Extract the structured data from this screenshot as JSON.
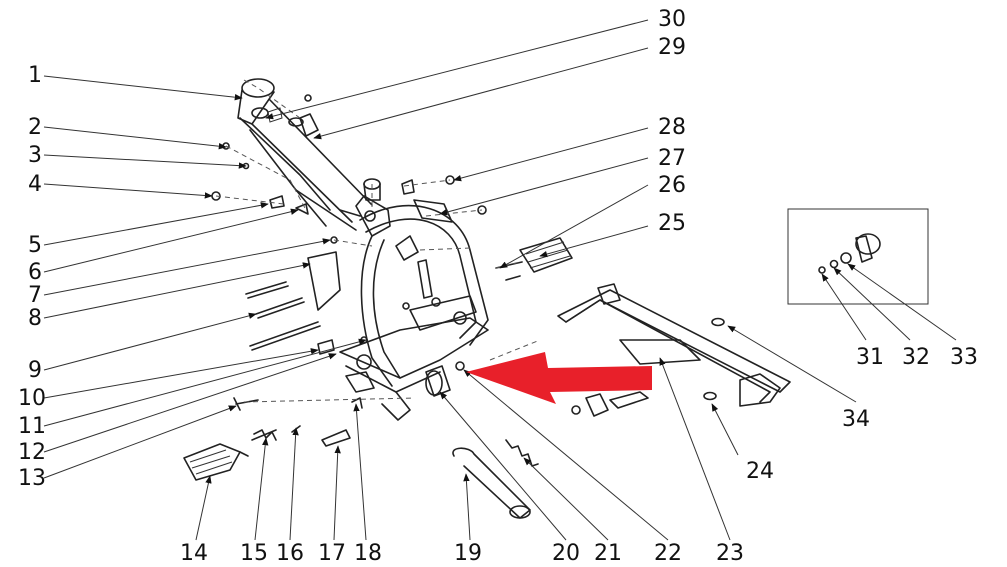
{
  "diagram": {
    "callouts": [
      "1",
      "2",
      "3",
      "4",
      "5",
      "6",
      "7",
      "8",
      "9",
      "10",
      "11",
      "12",
      "13",
      "14",
      "15",
      "16",
      "17",
      "18",
      "19",
      "20",
      "21",
      "22",
      "23",
      "24",
      "25",
      "26",
      "27",
      "28",
      "29",
      "30",
      "31",
      "32",
      "33",
      "34"
    ],
    "highlight_arrow_color": "#e8202a",
    "line_color": "#222222"
  }
}
